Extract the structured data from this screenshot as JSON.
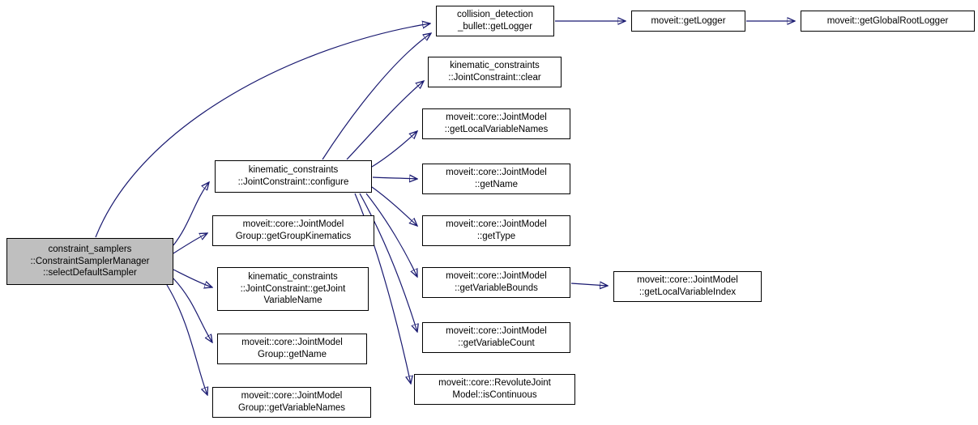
{
  "diagram": {
    "type": "call-graph",
    "edge_color": "#191970",
    "node_border_color": "#000000",
    "node_fill": "#ffffff",
    "highlight_fill": "#bfbfbf",
    "nodes": [
      {
        "id": "selectDefaultSampler",
        "label": "constraint_samplers\n::ConstraintSamplerManager\n::selectDefaultSampler",
        "highlighted": true
      },
      {
        "id": "bullet-getLogger",
        "label": "collision_detection\n_bullet::getLogger",
        "highlighted": false
      },
      {
        "id": "moveit-getLogger",
        "label": "moveit::getLogger",
        "highlighted": false
      },
      {
        "id": "getGlobalRootLogger",
        "label": "moveit::getGlobalRootLogger",
        "highlighted": false
      },
      {
        "id": "jointconstraint-clear",
        "label": "kinematic_constraints\n::JointConstraint::clear",
        "highlighted": false
      },
      {
        "id": "getLocalVariableNames",
        "label": "moveit::core::JointModel\n::getLocalVariableNames",
        "highlighted": false
      },
      {
        "id": "jointconstraint-configure",
        "label": "kinematic_constraints\n::JointConstraint::configure",
        "highlighted": false
      },
      {
        "id": "jointmodel-getName",
        "label": "moveit::core::JointModel\n::getName",
        "highlighted": false
      },
      {
        "id": "jointmodel-getType",
        "label": "moveit::core::JointModel\n::getType",
        "highlighted": false
      },
      {
        "id": "getGroupKinematics",
        "label": "moveit::core::JointModel\nGroup::getGroupKinematics",
        "highlighted": false
      },
      {
        "id": "getVariableBounds",
        "label": "moveit::core::JointModel\n::getVariableBounds",
        "highlighted": false
      },
      {
        "id": "getLocalVariableIndex",
        "label": "moveit::core::JointModel\n::getLocalVariableIndex",
        "highlighted": false
      },
      {
        "id": "getJointVariableName",
        "label": "kinematic_constraints\n::JointConstraint::getJoint\nVariableName",
        "highlighted": false
      },
      {
        "id": "getVariableCount",
        "label": "moveit::core::JointModel\n::getVariableCount",
        "highlighted": false
      },
      {
        "id": "group-getName",
        "label": "moveit::core::JointModel\nGroup::getName",
        "highlighted": false
      },
      {
        "id": "isContinuous",
        "label": "moveit::core::RevoluteJoint\nModel::isContinuous",
        "highlighted": false
      },
      {
        "id": "group-getVariableNames",
        "label": "moveit::core::JointModel\nGroup::getVariableNames",
        "highlighted": false
      }
    ],
    "edges": [
      {
        "from": "selectDefaultSampler",
        "to": "bullet-getLogger"
      },
      {
        "from": "selectDefaultSampler",
        "to": "jointconstraint-configure"
      },
      {
        "from": "selectDefaultSampler",
        "to": "getGroupKinematics"
      },
      {
        "from": "selectDefaultSampler",
        "to": "getJointVariableName"
      },
      {
        "from": "selectDefaultSampler",
        "to": "group-getName"
      },
      {
        "from": "selectDefaultSampler",
        "to": "group-getVariableNames"
      },
      {
        "from": "bullet-getLogger",
        "to": "moveit-getLogger"
      },
      {
        "from": "moveit-getLogger",
        "to": "getGlobalRootLogger"
      },
      {
        "from": "jointconstraint-configure",
        "to": "bullet-getLogger"
      },
      {
        "from": "jointconstraint-configure",
        "to": "jointconstraint-clear"
      },
      {
        "from": "jointconstraint-configure",
        "to": "getLocalVariableNames"
      },
      {
        "from": "jointconstraint-configure",
        "to": "jointmodel-getName"
      },
      {
        "from": "jointconstraint-configure",
        "to": "jointmodel-getType"
      },
      {
        "from": "jointconstraint-configure",
        "to": "getVariableBounds"
      },
      {
        "from": "jointconstraint-configure",
        "to": "getVariableCount"
      },
      {
        "from": "jointconstraint-configure",
        "to": "isContinuous"
      },
      {
        "from": "getVariableBounds",
        "to": "getLocalVariableIndex"
      }
    ]
  }
}
